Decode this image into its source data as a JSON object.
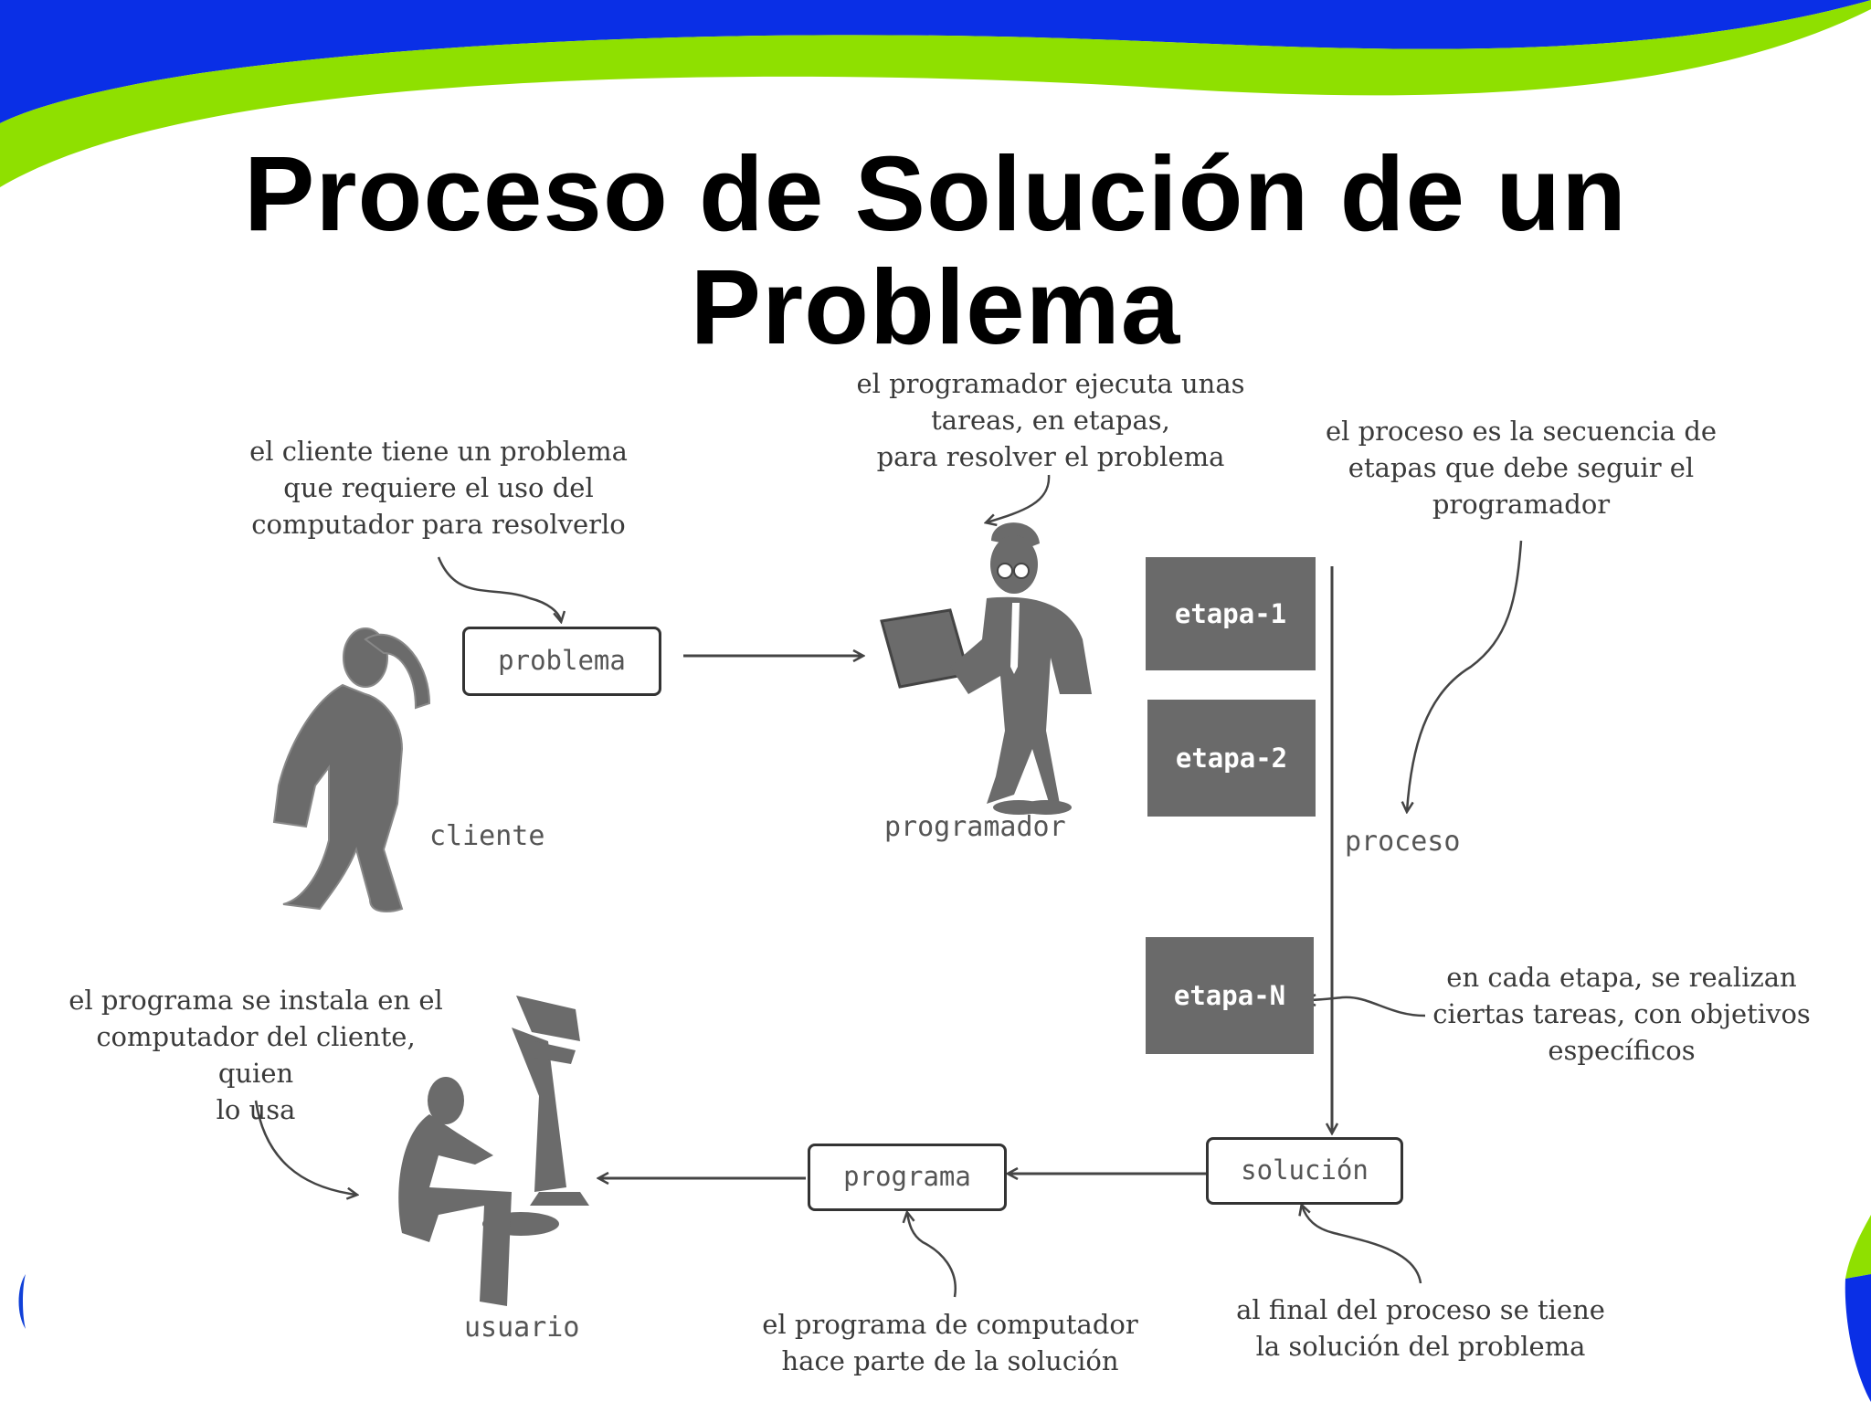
{
  "title": {
    "line1": "Proceso de Solución de un",
    "line2": "Problema"
  },
  "notes": {
    "cliente_problema": [
      "el cliente tiene un problema",
      "que requiere el uso del",
      "computador para resolverlo"
    ],
    "programador_tareas": [
      "el programador ejecuta unas",
      "tareas, en etapas,",
      "para resolver el problema"
    ],
    "proceso_secuencia": [
      "el proceso es la secuencia de",
      "etapas que debe seguir el",
      "programador"
    ],
    "etapa_tareas": [
      "en cada etapa, se realizan",
      "ciertas tareas, con objetivos",
      "específicos"
    ],
    "programa_instala": [
      "el programa se instala en el",
      "computador del cliente, quien",
      "lo usa"
    ],
    "programa_parte": [
      "el programa de computador",
      "hace parte de la solución"
    ],
    "final_solucion": [
      "al final del proceso se tiene",
      "la solución del problema"
    ]
  },
  "boxes": {
    "problema": "problema",
    "programa": "programa",
    "solucion": "solución"
  },
  "stages": [
    "etapa-1",
    "etapa-2",
    "etapa-N"
  ],
  "labels": {
    "cliente": "cliente",
    "programador": "programador",
    "proceso": "proceso",
    "usuario": "usuario"
  },
  "colors": {
    "blue_band": "#0a2fe6",
    "green_band": "#8fe000",
    "figure": "#6b6b6b",
    "stage": "#6a6a6a",
    "arrow": "#444444"
  }
}
